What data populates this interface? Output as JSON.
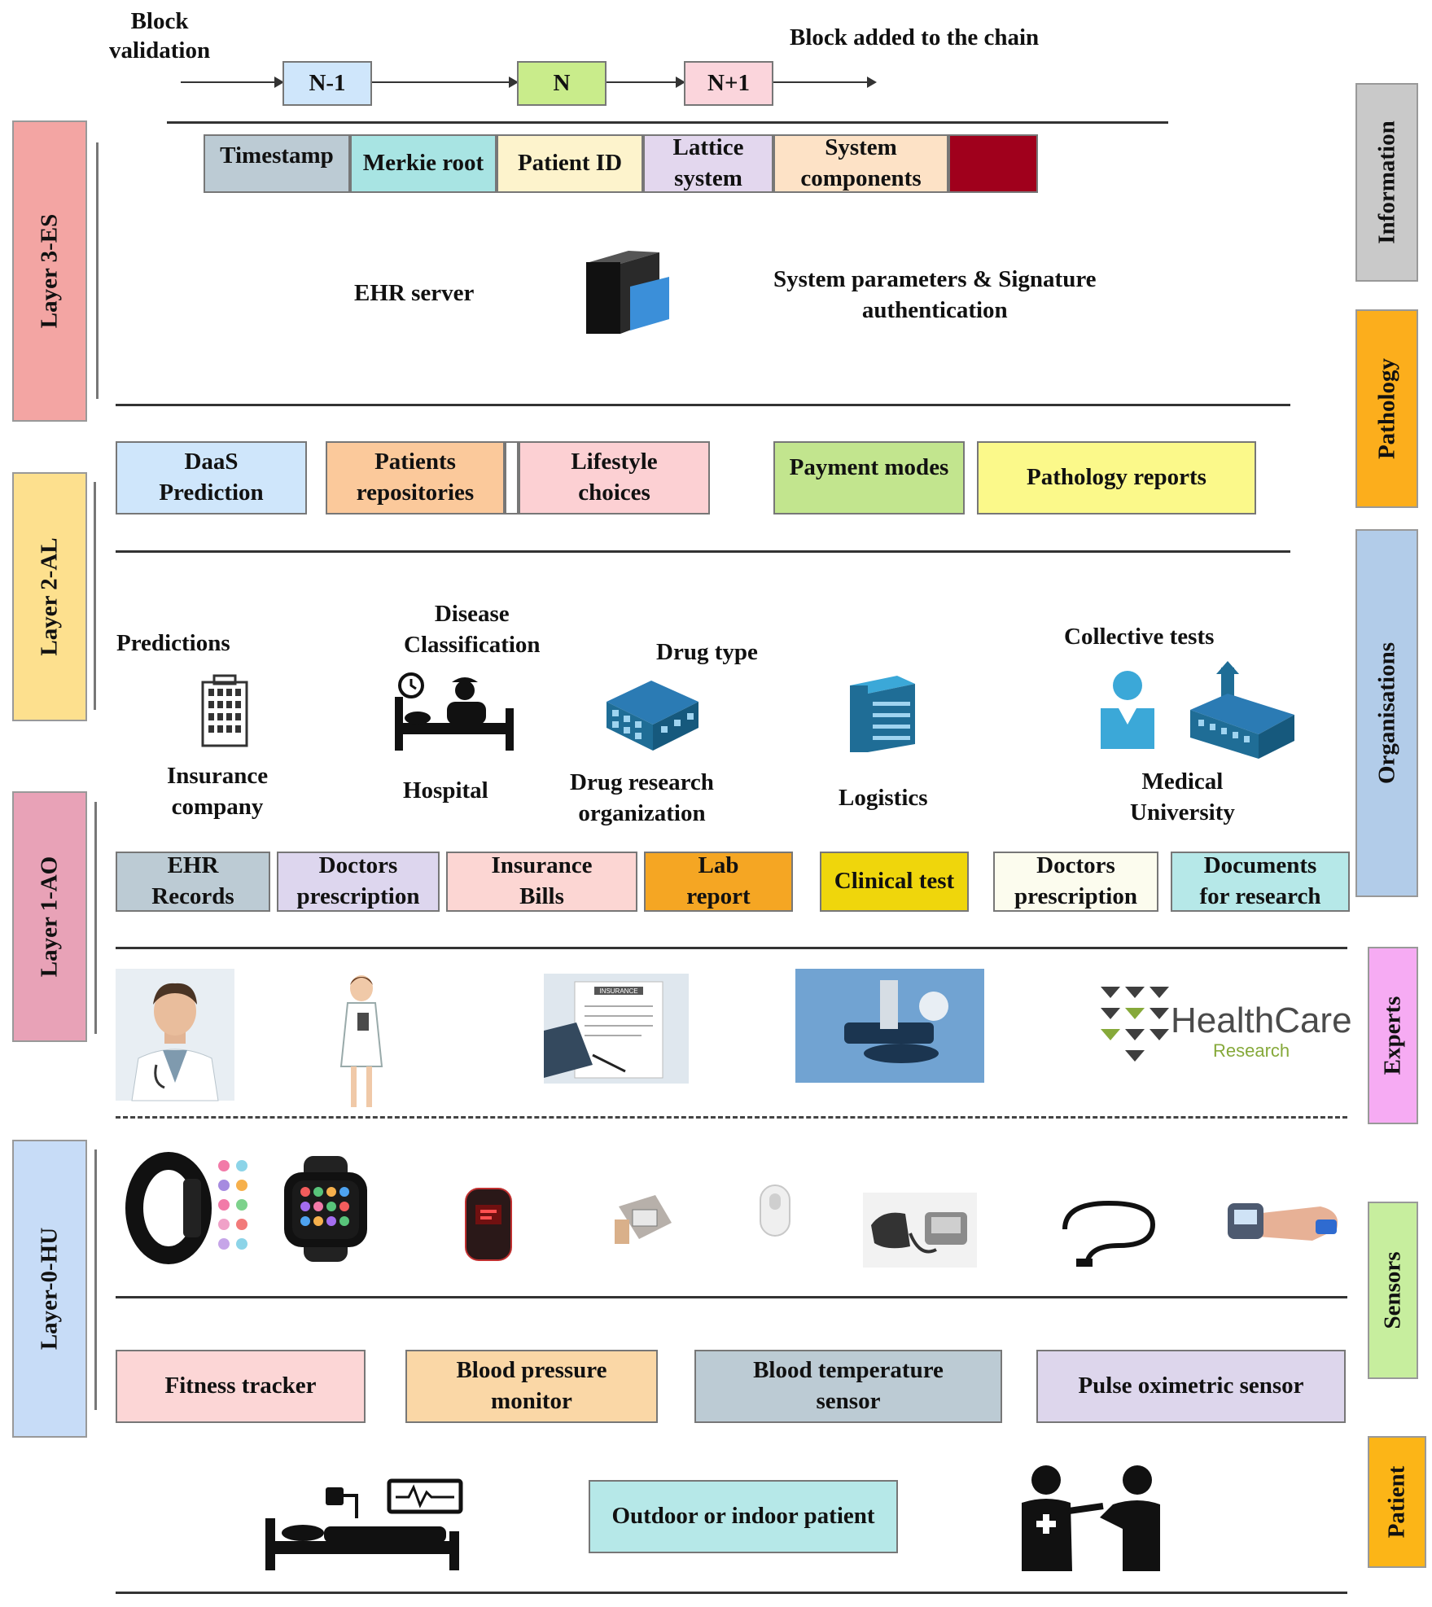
{
  "chain": {
    "block_validation": "Block\nvalidation",
    "blocks": [
      "N-1",
      "N",
      "N+1"
    ],
    "added_label": "Block added to the chain",
    "fields": [
      "Timestamp",
      "Merkie root",
      "Patient ID",
      "Lattice\nsystem",
      "System\ncomponents",
      ""
    ]
  },
  "layer3": {
    "ehr_server": "EHR server",
    "signature": "System parameters & Signature\nauthentication"
  },
  "layer2_boxes": [
    "DaaS\nPrediction",
    "Patients\nrepositories",
    "Lifestyle\nchoices",
    "Payment modes",
    "Pathology reports"
  ],
  "orgs": {
    "predictions": "Predictions",
    "disease": "Disease\nClassification",
    "drug_type": "Drug type",
    "collective": "Collective tests",
    "insurance": "Insurance\ncompany",
    "hospital": "Hospital",
    "drug_research": "Drug research\norganization",
    "logistics": "Logistics",
    "medical_university": "Medical\nUniversity"
  },
  "layer1_boxes": [
    "EHR\nRecords",
    "Doctors\nprescription",
    "Insurance\nBills",
    "Lab\nreport",
    "Clinical test",
    "Doctors\nprescription",
    "Documents\nfor research"
  ],
  "experts": {
    "healthcare": "HealthCare",
    "research": "Research",
    "insurance_doc": "INSURANCE"
  },
  "sensor_boxes": [
    "Fitness tracker",
    "Blood pressure\nmonitor",
    "Blood temperature\nsensor",
    "Pulse oximetric sensor"
  ],
  "patient": {
    "label": "Outdoor or indoor patient"
  },
  "layers_left": [
    "Layer 3-ES",
    "Layer 2-AL",
    "Layer 1-AO",
    "Layer-0-HU"
  ],
  "categories_right": [
    "Information",
    "Pathology",
    "Organisations",
    "Experts",
    "Sensors",
    "Patient"
  ],
  "colors": {
    "block_nm1": "#cfe6fb",
    "block_n": "#c9ec8b",
    "block_np1": "#fbd5dc",
    "f_timestamp": "#bccbd4",
    "f_merkle": "#a8e4e3",
    "f_patient": "#fdf3cc",
    "f_lattice": "#e3d7ee",
    "f_system": "#fde2c6",
    "f_red": "#a0001c",
    "daas": "#cfe6fb",
    "patients_repo": "#fbc99b",
    "lifestyle": "#fcd0d3",
    "payment": "#c2e58e",
    "pathology": "#fbf98a",
    "ehr_records": "#bccbd4",
    "doc_presc1": "#ddd6ee",
    "ins_bills": "#fcd6d3",
    "lab_report": "#f5a623",
    "clinical": "#efd60c",
    "doc_presc2": "#fcfcee",
    "docs_research": "#b6e8e8",
    "fitness": "#fcd6d6",
    "bp": "#fad7a6",
    "temp": "#bccbd4",
    "pulse": "#ddd6ec",
    "outdoor": "#b6e8e8",
    "layer3": "#f3a5a3",
    "layer2": "#fde08e",
    "layer1": "#e8a2b7",
    "layer0": "#c7dcf7",
    "information": "#c9c9c9",
    "pathology_side": "#fcae1c",
    "organisations": "#b2cce9",
    "experts_side": "#f6abf3",
    "sensors_side": "#c7ee9e",
    "patient_side": "#fcb517",
    "org_blue": "#1f6d96",
    "org_cyan": "#3ba8d8"
  }
}
